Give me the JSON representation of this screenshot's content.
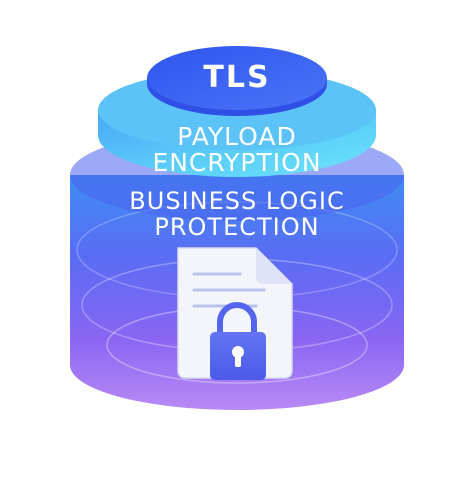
{
  "layers": {
    "tls": {
      "label": "TLS"
    },
    "payload_encryption": {
      "line1": "PAYLOAD",
      "line2": "ENCRYPTION"
    },
    "business_logic": {
      "line1": "BUSINESS LOGIC",
      "line2": "PROTECTION"
    }
  },
  "colors": {
    "tls_layer": "#3d5ff0",
    "payload_layer": "#44b8f5",
    "business_layer_top": "#5a6cf4",
    "business_layer_bottom": "#b06ef0",
    "document": "#f4f5fb",
    "lock": "#5564ee"
  },
  "icons": {
    "document": "document-icon",
    "lock": "padlock-icon"
  }
}
